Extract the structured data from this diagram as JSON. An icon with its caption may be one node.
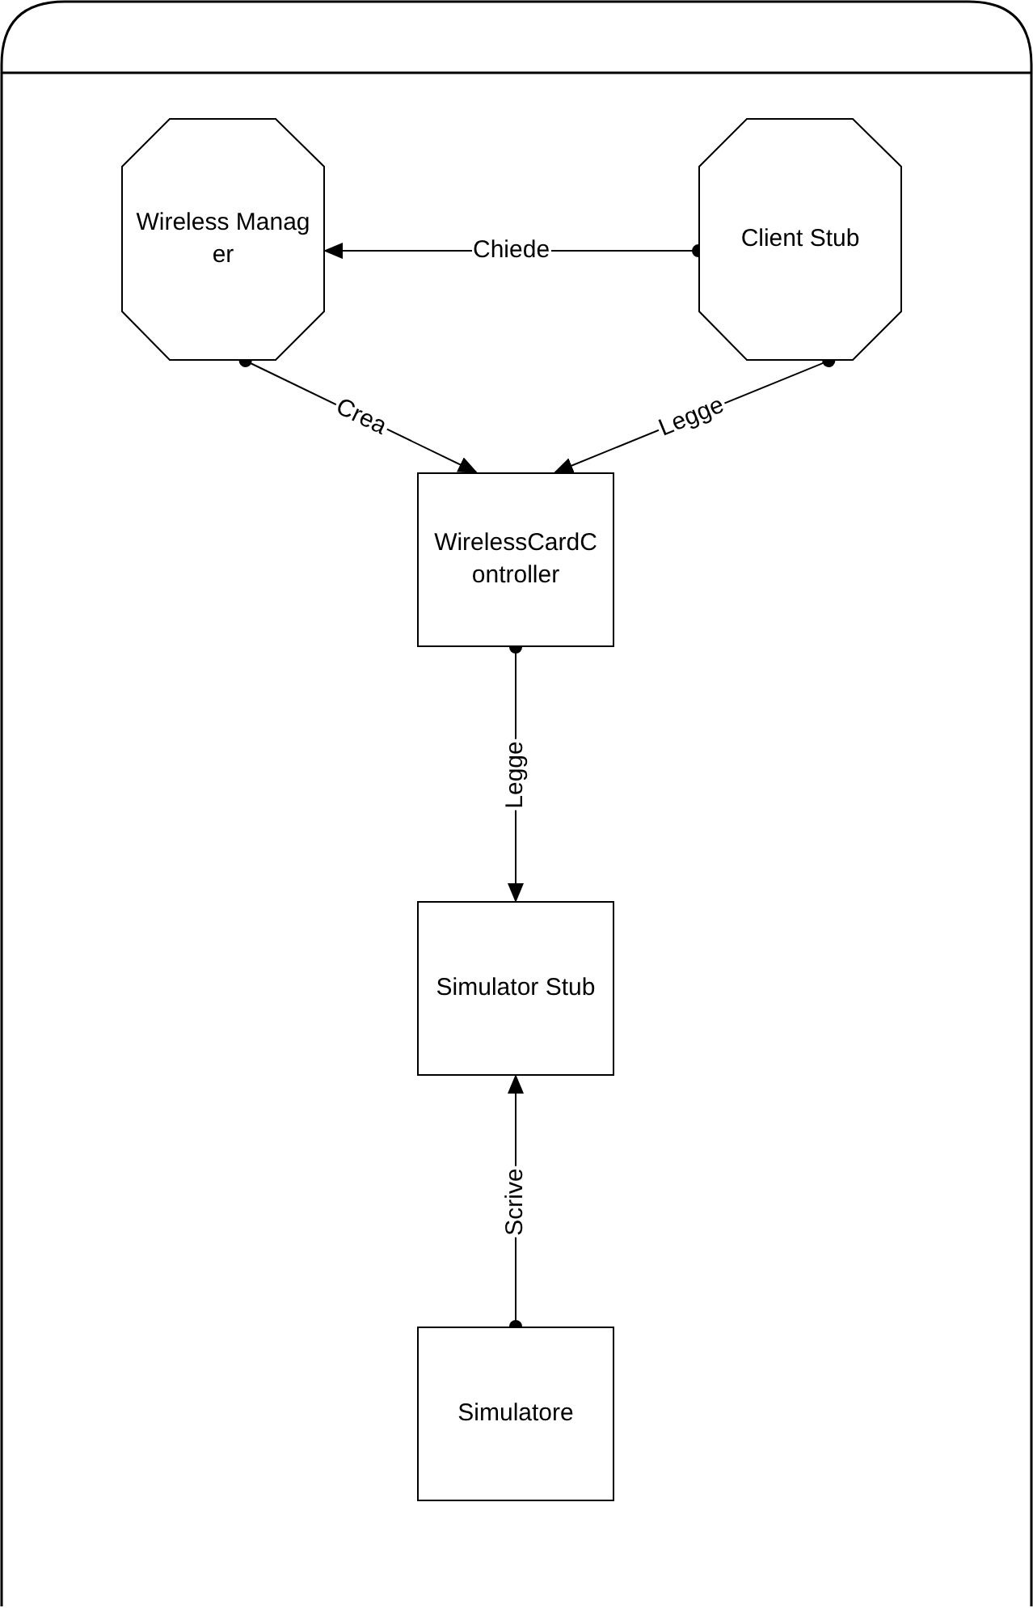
{
  "diagram": {
    "nodes": [
      {
        "text": [
          "Wireless Manager"
        ]
      },
      {
        "text": [
          "Client Stub"
        ]
      },
      {
        "text": [
          "WirelessCardController"
        ]
      },
      {
        "text": [
          "Simulator Stub"
        ]
      },
      {
        "text": [
          "Simulatore"
        ]
      }
    ],
    "edges": [
      {
        "from": 1,
        "to": 0,
        "arrow": "to",
        "label": "Chiede"
      },
      {
        "from": 0,
        "to": 2,
        "arrow": "to",
        "label": "Crea"
      },
      {
        "from": 1,
        "to": 2,
        "arrow": "to",
        "label": "Legge"
      },
      {
        "from": 2,
        "to": 3,
        "arrow": "to",
        "label": "Legge"
      },
      {
        "from": 4,
        "to": 3,
        "arrow": "to",
        "label": "Scrive"
      }
    ]
  }
}
